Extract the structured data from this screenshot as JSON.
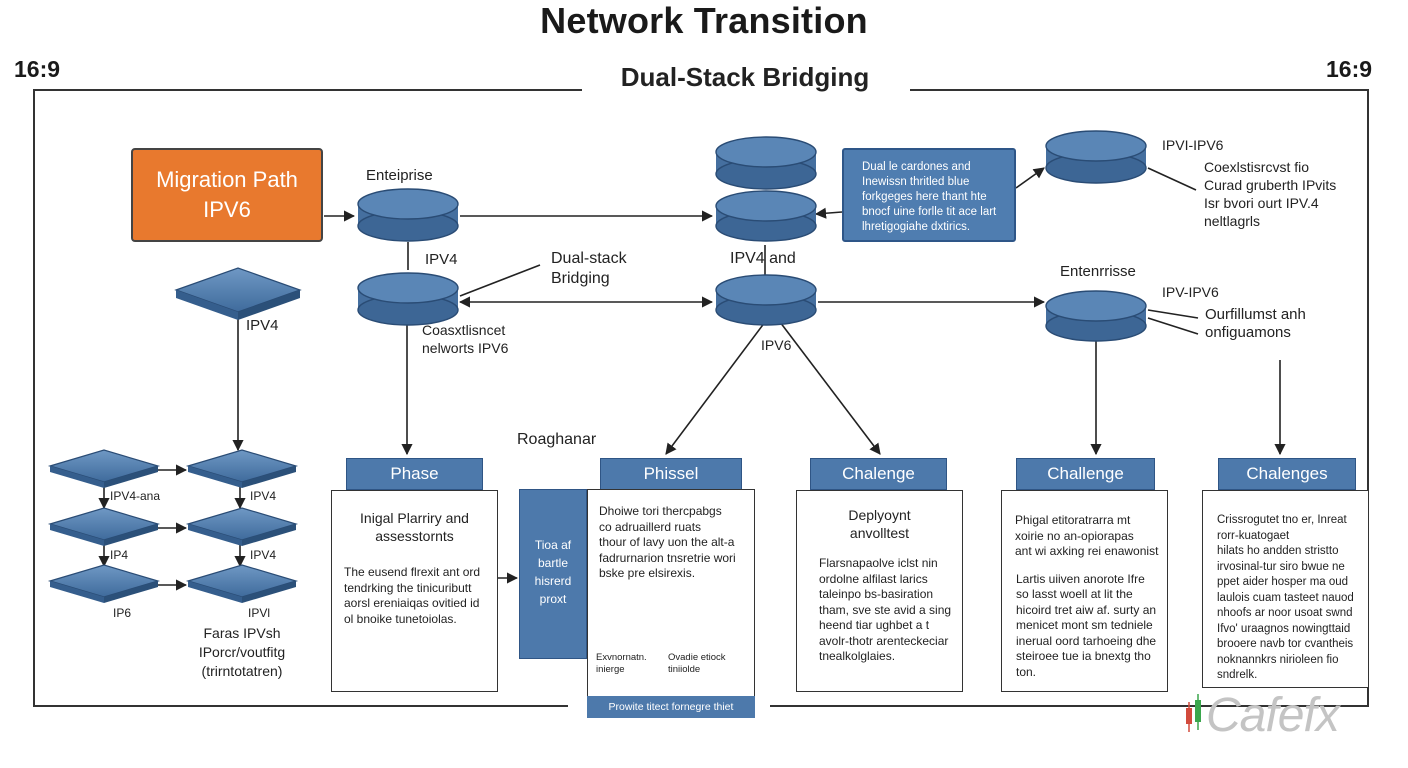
{
  "header": {
    "title": "Network Transition",
    "subtitle": "Dual-Stack Bridging",
    "ratio_left": "16:9",
    "ratio_right": "16:9"
  },
  "migration": {
    "label": "Migration Path\nIPV6",
    "color": "#e8792e"
  },
  "labels": {
    "enterprise_top": "Enteiprise",
    "ipv4_left": "IPV4",
    "ipv4_under_enterprise": "IPV4",
    "dual_stack": "Dual-stack\nBridging",
    "coexist_left": "Coasxtlisncet\nnelworts IPV6",
    "ipv4_and": "IPV4  and",
    "ipv6_center": "IPV6",
    "roaghanar": "Roaghanar",
    "ipv_ipv6_top": "IPVI-IPV6",
    "coexist_right_top": "Coexlstisrcvst fio\nCurad gruberth IPvits\nIsr bvori ourt IPV.4\nneltlagrls",
    "enterprise_right": "Entenrrisse",
    "ipv_ipv6_mid": "IPV-IPV6",
    "outfillumst": "Ourfillumst anh\nonfiguamons",
    "grid_ipv4_1": "IPV4-ana",
    "grid_ipv4_2": "IPV4",
    "grid_ip4": "IP4",
    "grid_ipv4_3": "IPV4",
    "grid_ip6": "IP6",
    "grid_ipvl": "IPVl",
    "faras": "Faras IPVsh\nIPorcr/voutfitg\n(trirntotatren)"
  },
  "note": "Dual le cardones and\nInewissn thritled blue\nforkgeges here thant hte\nbnocf uine forlle tit ace lart\nlhretigogiahe dxtirics.",
  "phases": [
    {
      "header": "Phase",
      "subtitle": "Inigal Plarriry and\nassesstornts",
      "body": "The eusend flrexit ant ord\ntendrking the tinicuributt\naorsl ereniaiqas ovitied id\nol bnoike tunetoiolas."
    },
    {
      "header": "Phissel",
      "body": "Dhoiwe tori thercpabgs\nco adruaillerd ruats\nthour of lavy uon the alt-a\nfadrurnarion tnsretrie wori\nbske pre elsirexis.",
      "side_tab": "Tioa af\nbartle\nhisrerd\nproxt",
      "db_left": "Exvnornatn.\ninierge",
      "db_right": "Ovadie etiock\ntiniiolde",
      "footer": "Prowite titect fornegre thiet"
    },
    {
      "header": "Chalenge",
      "subtitle": "Deplyoynt\nanvolltest",
      "body": "Flarsnapaolve iclst nin\nordolne alfilast larics\ntaleinpo bs-basiration\ntham, sve ste avid a sing\nheend  tiar ughbet a t\navolr-thotr arenteckeciar\ntnealkolglaies."
    },
    {
      "header": "Challenge",
      "subtitle": "Phigal etitoratrarra mt\nxoirie no an-opiorapas\nant wi axking rei enawonist",
      "body": "Lartis uiiven anorote  Ifre\nso  lasst  woell  at  lit the\nhicoird tret aiw af.  surty  an\nmenicet mont sm tedniele\ninerual oord tarhoeing dhe\nsteiroee tue ia bnextg tho\nton."
    },
    {
      "header": "Chalenges",
      "body": "Crissrogutet tno er, Inreat\nrorr-kuatogaet\nhilats ho andden stristto\nirvosinal-tur siro  bwue ne\nppet  aider  hosper ma oud\nlaulois cuam tasteet nauod\nnhoofs ar noor  usoat  swnd\nIfvo' uraagnos nowingttaid\nbrooere navb  tor cvantheis\nnoknannkrs nirioleen fio\nsndrelk."
    }
  ],
  "watermark": "Cafefx",
  "colors": {
    "orange": "#e8792e",
    "db_blue": "#4d78a8",
    "box_blue": "#4d79ab"
  }
}
